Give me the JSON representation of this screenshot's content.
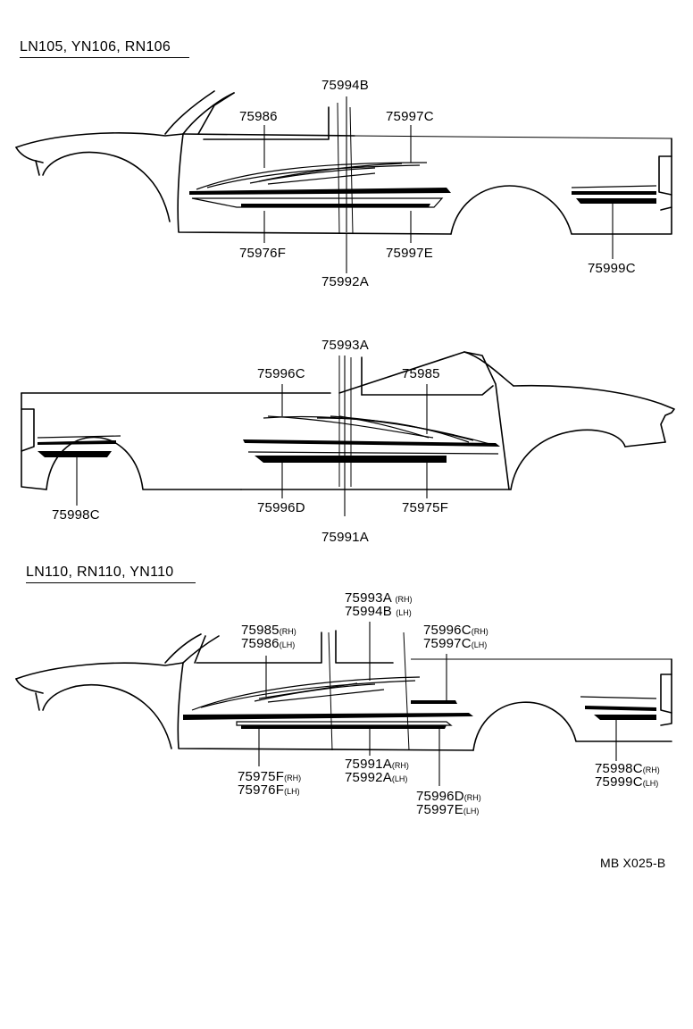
{
  "headers": {
    "group1": "LN105, YN106, RN106",
    "group2": "LN110, RN110, YN110"
  },
  "diagram1": {
    "p75994B": "75994B",
    "p75986": "75986",
    "p75997C": "75997C",
    "p75976F": "75976F",
    "p75997E": "75997E",
    "p75992A": "75992A",
    "p75999C": "75999C"
  },
  "diagram2": {
    "p75993A": "75993A",
    "p75996C": "75996C",
    "p75985": "75985",
    "p75998C": "75998C",
    "p75996D": "75996D",
    "p75975F": "75975F",
    "p75991A": "75991A"
  },
  "diagram3": {
    "a1": "75993A",
    "a1s": "(RH)",
    "a2": "75994B",
    "a2s": "(LH)",
    "b1": "75985",
    "b1s": "(RH)",
    "b2": "75986",
    "b2s": "(LH)",
    "c1": "75996C",
    "c1s": "(RH)",
    "c2": "75997C",
    "c2s": "(LH)",
    "d1": "75975F",
    "d1s": "(RH)",
    "d2": "75976F",
    "d2s": "(LH)",
    "e1": "75991A",
    "e1s": "(RH)",
    "e2": "75992A",
    "e2s": "(LH)",
    "f1": "75996D",
    "f1s": "(RH)",
    "f2": "75997E",
    "f2s": "(LH)",
    "g1": "75998C",
    "g1s": "(RH)",
    "g2": "75999C",
    "g2s": "(LH)"
  },
  "footer": {
    "code": "MB X025-B"
  }
}
